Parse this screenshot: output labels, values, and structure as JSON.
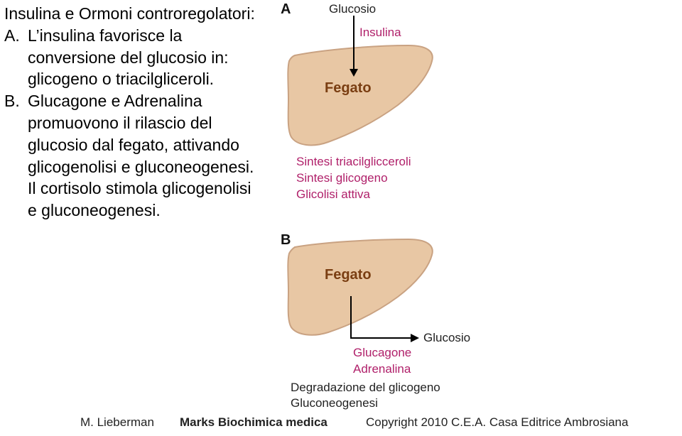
{
  "text": {
    "title": "Insulina e Ormoni controregolatori:",
    "a_marker": "A.",
    "a_line1": "L’insulina favorisce la",
    "a_line2": "conversione del glucosio in:",
    "a_line3": "glicogeno o triacilgliceroli.",
    "b_marker": "B.",
    "b_line1": "Glucagone e Adrenalina",
    "b_line2": "promuovono il rilascio del",
    "b_line3": "glucosio dal fegato, attivando",
    "b_line4": "glicogenolisi e gluconeogenesi.",
    "b_line5": "Il cortisolo stimola glicogenolisi",
    "b_line6": "e gluconeogenesi."
  },
  "panel_a": {
    "label": "A",
    "input": "Glucosio",
    "hormone": "Insulina",
    "organ": "Fegato",
    "outcomes": [
      "Sintesi triacilglicceroli",
      "Sintesi glicogeno",
      "Glicolisi attiva"
    ]
  },
  "panel_b": {
    "label": "B",
    "organ": "Fegato",
    "output": "Glucosio",
    "hormones": [
      "Glucagone",
      "Adrenalina"
    ],
    "outcomes": [
      "Degradazione del glicogeno",
      "Gluconeogenesi"
    ]
  },
  "footer": {
    "author": "M. Lieberman",
    "book": "Marks Biochimica medica",
    "copyright": "Copyright 2010 C.E.A. Casa Editrice Ambrosiana"
  },
  "colors": {
    "liver_fill": "#e8c7a4",
    "liver_stroke": "#c9a282",
    "organ_text": "#7a3e12",
    "hormone_text": "#b0206a",
    "text": "#000000"
  }
}
